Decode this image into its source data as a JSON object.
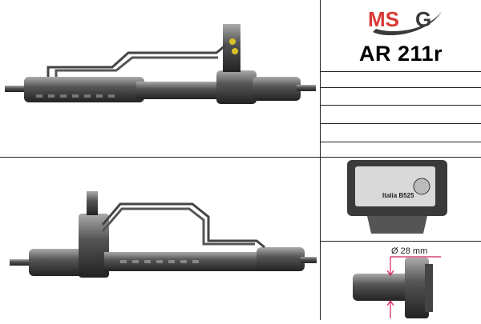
{
  "brand": {
    "logo_text": "MSG",
    "logo_colors": {
      "letters": "#d83a35",
      "swoosh": "#3a3a3a"
    }
  },
  "product": {
    "part_number": "AR 211r"
  },
  "spec_rows": [
    "",
    "",
    "",
    "",
    ""
  ],
  "label_plate": {
    "text": "Italia B525"
  },
  "pinion": {
    "diameter_label": "Ø 28 mm",
    "dimension_color": "#d0205a"
  }
}
